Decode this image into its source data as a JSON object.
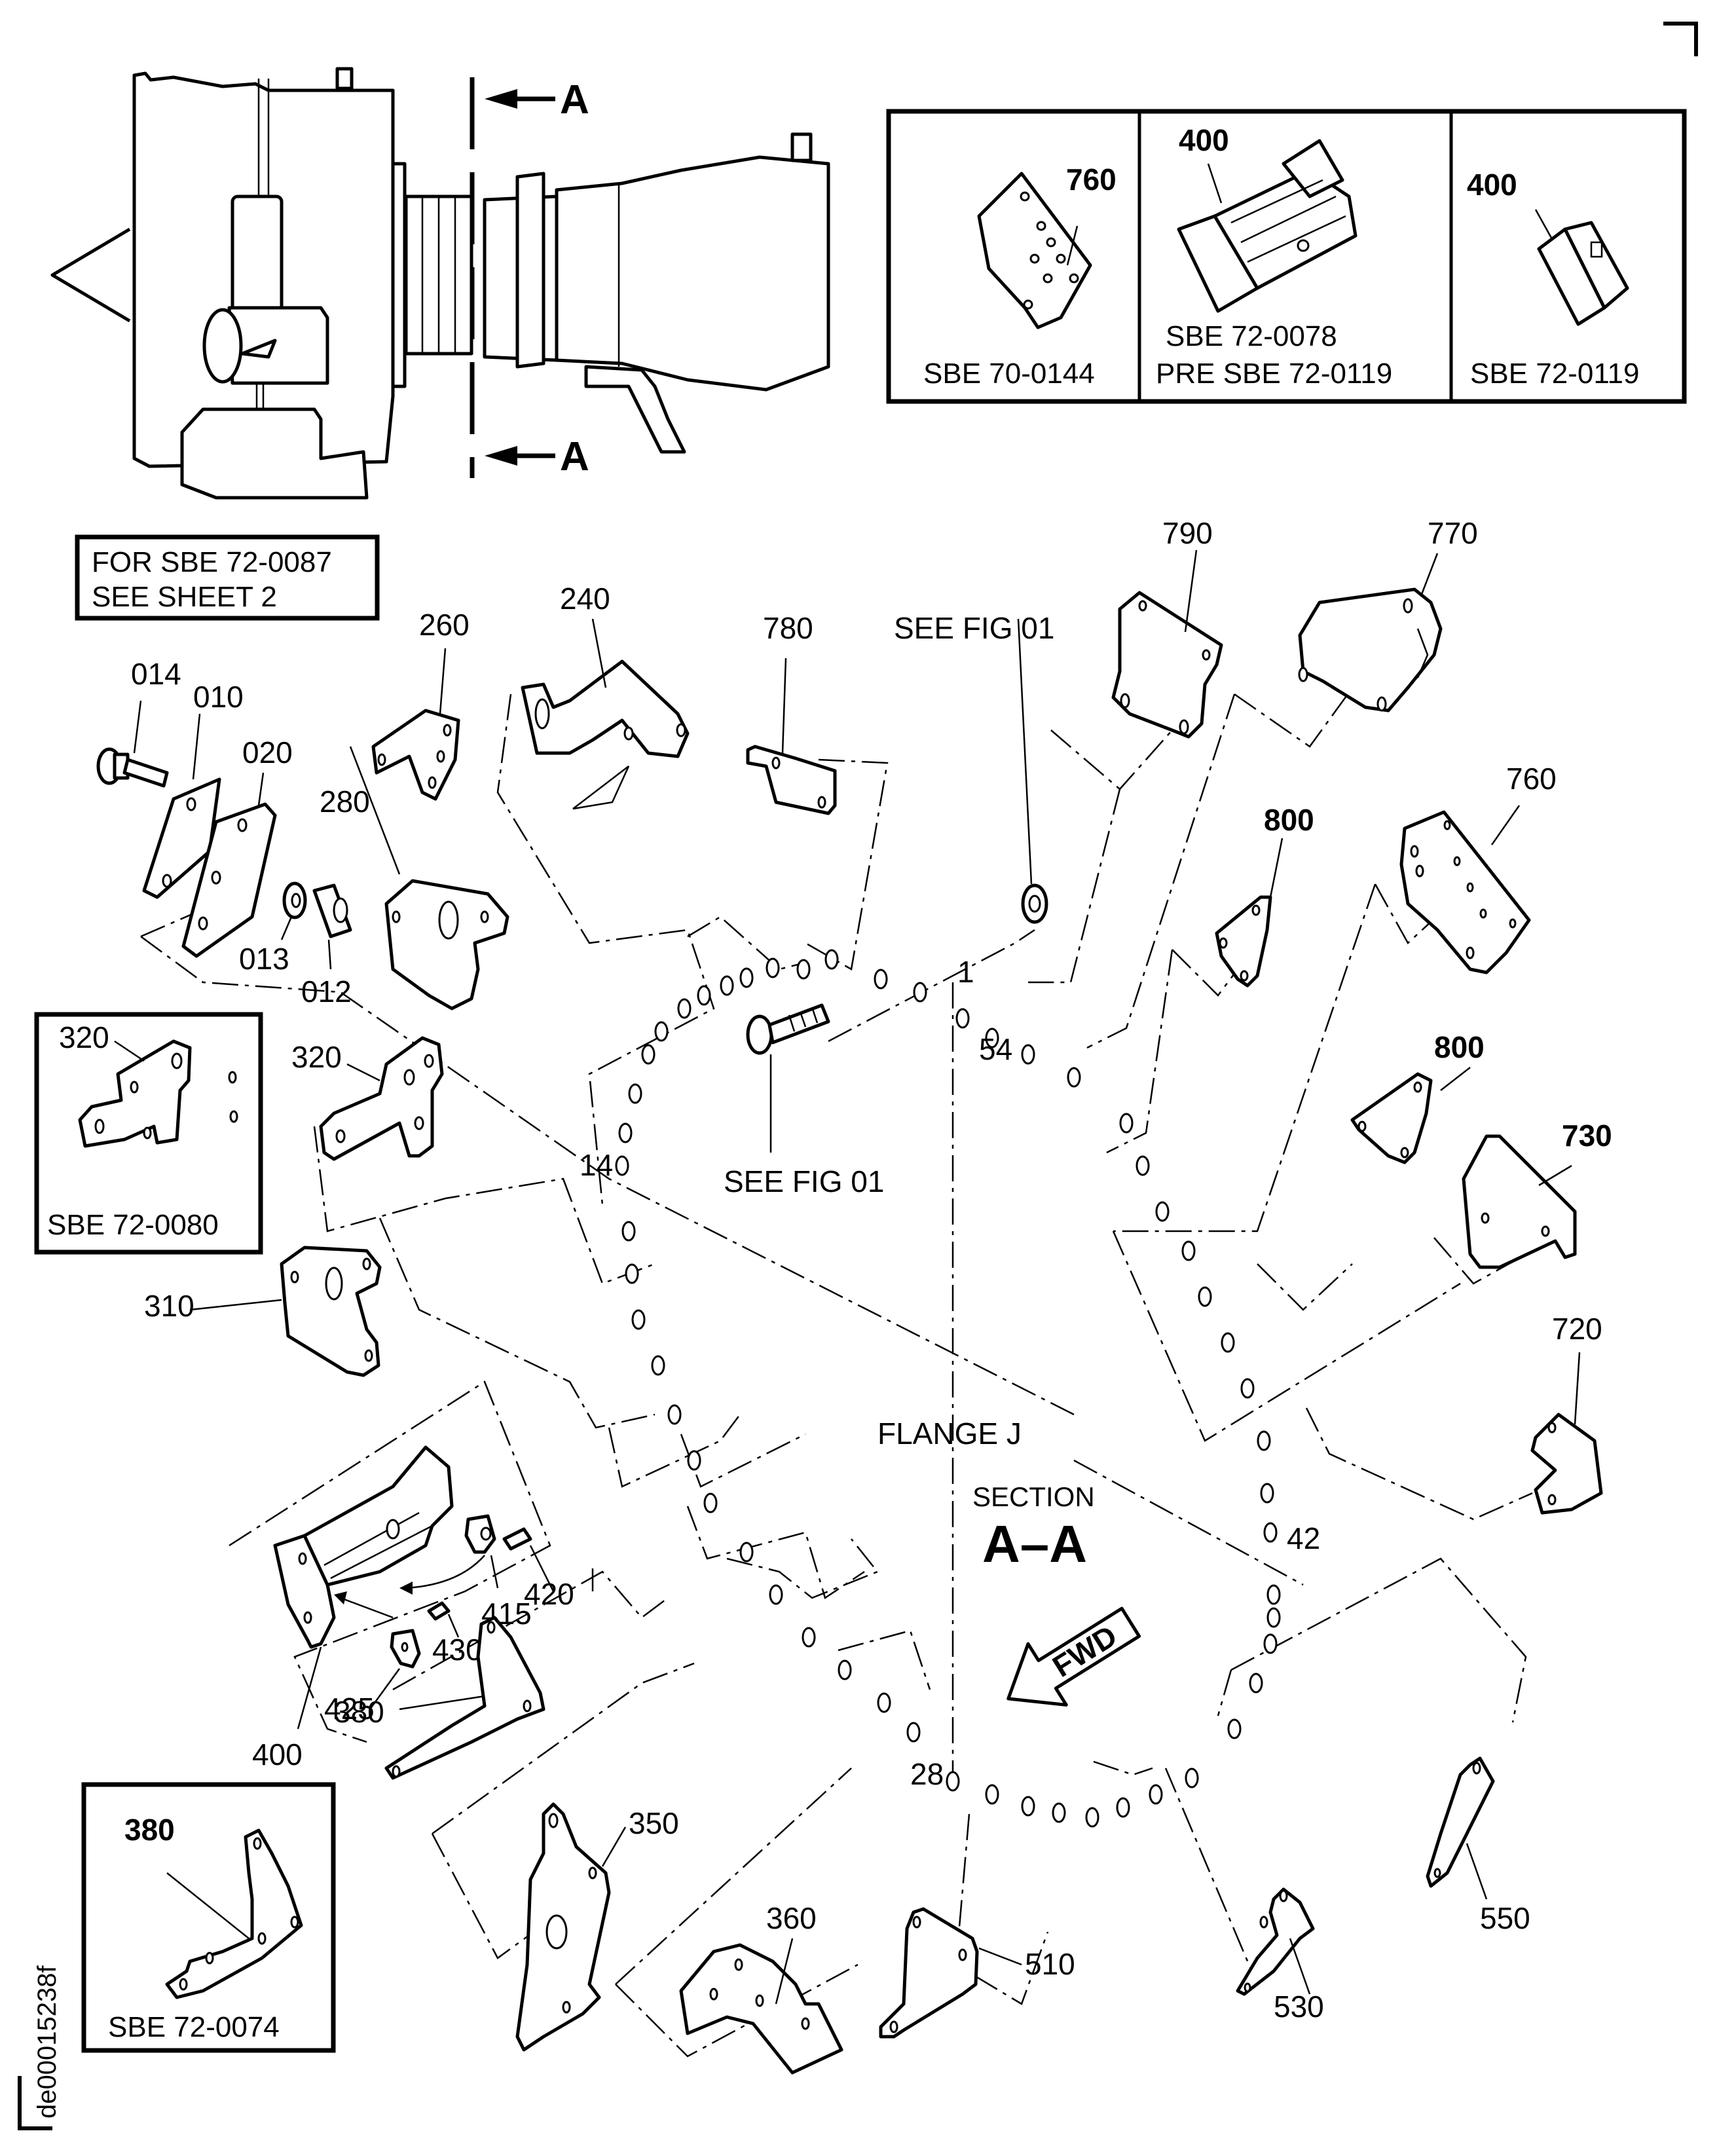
{
  "section_markers": {
    "top": "A",
    "bottom": "A"
  },
  "note_box": {
    "line1": "FOR SBE 72-0087",
    "line2": "SEE SHEET 2"
  },
  "inset_top": {
    "panels": [
      {
        "part": "760",
        "caption_lines": [
          "SBE 70-0144"
        ]
      },
      {
        "part": "400",
        "caption_lines": [
          "SBE 72-0078",
          "PRE SBE 72-0119"
        ]
      },
      {
        "part": "400",
        "caption_lines": [
          "SBE 72-0119"
        ]
      }
    ]
  },
  "inset_320": {
    "part": "320",
    "caption": "SBE 72-0080"
  },
  "inset_380": {
    "part": "380",
    "caption": "SBE 72-0074"
  },
  "callouts": {
    "p014": "014",
    "p010": "010",
    "p020": "020",
    "p013": "013",
    "p012": "012",
    "p260": "260",
    "p240": "240",
    "p280": "280",
    "p780": "780",
    "p790": "790",
    "p770": "770",
    "p760": "760",
    "p800a": "800",
    "p800b": "800",
    "p730": "730",
    "p720": "720",
    "p320": "320",
    "p310": "310",
    "p400": "400",
    "p415": "415",
    "p420": "420",
    "p430": "430",
    "p425": "425",
    "p380": "380",
    "p350": "350",
    "p360": "360",
    "p510": "510",
    "p530": "530",
    "p550": "550"
  },
  "references": {
    "see_fig_top": "SEE FIG 01",
    "see_fig_bottom": "SEE FIG 01"
  },
  "hole_positions": {
    "h1": "1",
    "h14": "14",
    "h28": "28",
    "h42": "42",
    "h54": "54"
  },
  "flange_label": "FLANGE J",
  "section_title": {
    "small": "SECTION",
    "big": "A–A"
  },
  "fwd_arrow": "FWD",
  "document_id": "de00015238f"
}
